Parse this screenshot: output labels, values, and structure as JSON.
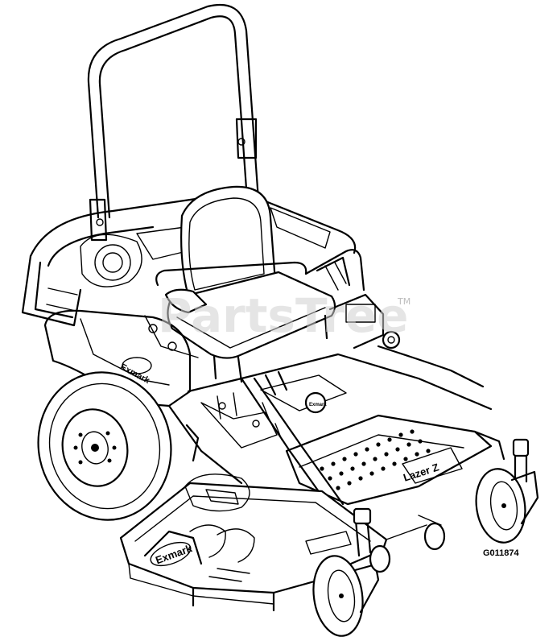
{
  "figure": {
    "id_label": "G011874",
    "watermark": "PartsTree",
    "watermark_mark": "TM",
    "brand_marks": [
      "Exmark",
      "Exmark",
      "Exmark",
      "Lazer Z"
    ]
  }
}
